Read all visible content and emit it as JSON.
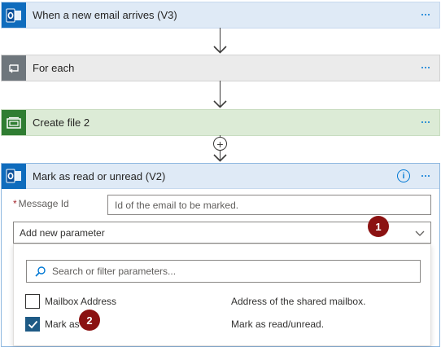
{
  "flow": {
    "trigger": {
      "title": "When a new email arrives (V3)",
      "icon": "outlook-icon"
    },
    "foreach": {
      "title": "For each",
      "icon": "loop-icon"
    },
    "create_file": {
      "title": "Create file 2",
      "icon": "sharepoint-file-icon"
    },
    "mark_action": {
      "title": "Mark as read or unread (V2)",
      "icon": "outlook-icon",
      "info_icon": "i",
      "message_id": {
        "label": "Message Id",
        "required_marker": "*",
        "placeholder": "Id of the email to be marked."
      },
      "add_param": {
        "label": "Add new parameter"
      },
      "search": {
        "placeholder": "Search or filter parameters..."
      },
      "options": [
        {
          "name": "Mailbox Address",
          "description": "Address of the shared mailbox.",
          "checked": false
        },
        {
          "name": "Mark as",
          "description": "Mark as read/unread.",
          "checked": true
        }
      ]
    },
    "add_step_symbol": "+"
  },
  "callouts": [
    "1",
    "2"
  ],
  "colors": {
    "accent": "#0078d4",
    "outlook_blue": "#0f6cbd",
    "callout_red": "#8b1212",
    "checked_box": "#1e5a85"
  }
}
